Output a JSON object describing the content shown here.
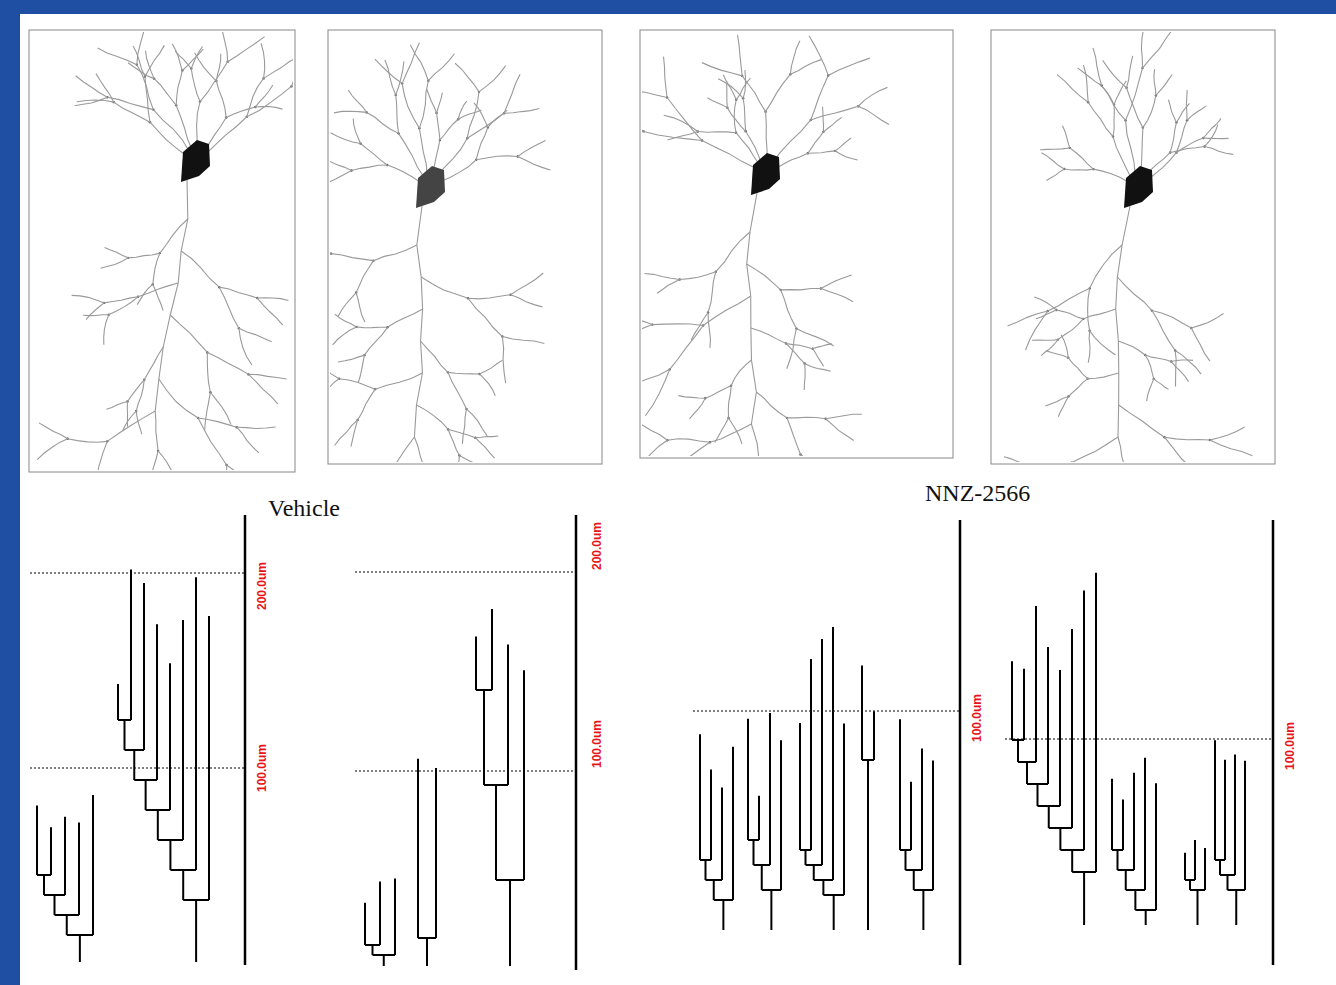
{
  "diagram": {
    "labels": [
      "Vehicle",
      "NNZ-2566",
      "200.0um",
      "100.0um",
      "200.0um",
      "100.0um",
      "100.0um",
      "100.0um"
    ]
  }
}
